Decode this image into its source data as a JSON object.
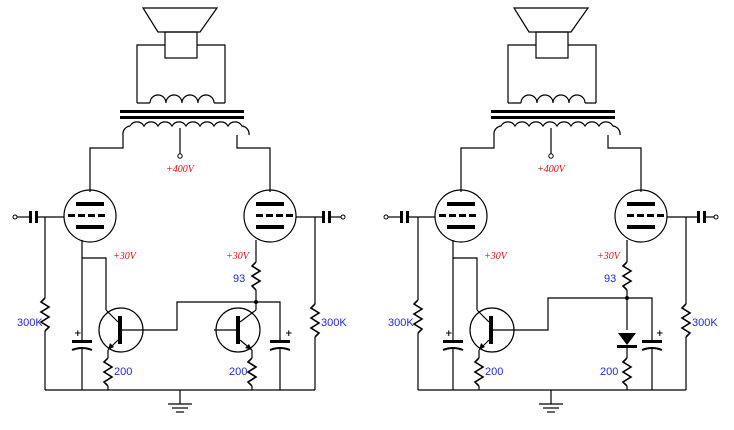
{
  "circuits": [
    {
      "id": "left",
      "labels": {
        "b_plus": "+400V",
        "cathode_left": "+30V",
        "cathode_right": "+30V",
        "r_cathode_right": "93",
        "r_grid_left": "300K",
        "r_grid_right": "300K",
        "r_emitter_left": "200",
        "r_emitter_right": "200"
      }
    },
    {
      "id": "right",
      "labels": {
        "b_plus": "+400V",
        "cathode_left": "+30V",
        "cathode_right": "+30V",
        "r_cathode_right": "93",
        "r_grid_left": "300K",
        "r_grid_right": "300K",
        "r_emitter_left": "200",
        "r_emitter_right": "200"
      }
    }
  ],
  "capacitor_polarity": "+",
  "colors": {
    "voltage": "#e01010",
    "value": "#1f2bd0",
    "wire": "#000000"
  }
}
